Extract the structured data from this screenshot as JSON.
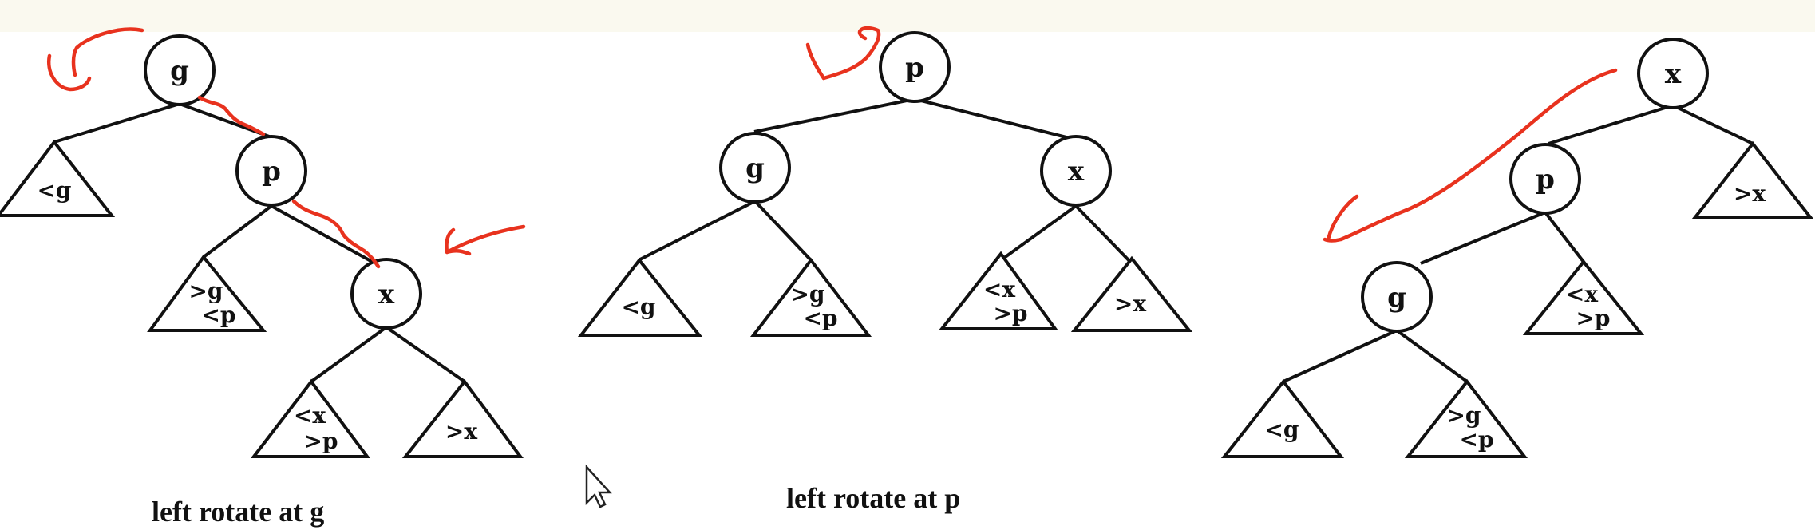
{
  "diagrams": [
    {
      "nodes": [
        {
          "id": "g",
          "label": "g"
        },
        {
          "id": "p",
          "label": "p"
        },
        {
          "id": "x",
          "label": "x"
        }
      ],
      "subtrees": [
        {
          "lines": [
            "<g"
          ]
        },
        {
          "lines": [
            ">g",
            "<p"
          ]
        },
        {
          "lines": [
            "<x",
            ">p"
          ]
        },
        {
          "lines": [
            ">x"
          ]
        }
      ],
      "caption": "left rotate at g"
    },
    {
      "nodes": [
        {
          "id": "p",
          "label": "p"
        },
        {
          "id": "g",
          "label": "g"
        },
        {
          "id": "x",
          "label": "x"
        }
      ],
      "subtrees": [
        {
          "lines": [
            "<g"
          ]
        },
        {
          "lines": [
            ">g",
            "<p"
          ]
        },
        {
          "lines": [
            "<x",
            ">p"
          ]
        },
        {
          "lines": [
            ">x"
          ]
        }
      ],
      "caption": "left rotate at p"
    },
    {
      "nodes": [
        {
          "id": "x",
          "label": "x"
        },
        {
          "id": "p",
          "label": "p"
        },
        {
          "id": "g",
          "label": "g"
        }
      ],
      "subtrees": [
        {
          "lines": [
            ">x"
          ]
        },
        {
          "lines": [
            "<x",
            ">p"
          ]
        },
        {
          "lines": [
            "<g"
          ]
        },
        {
          "lines": [
            ">g",
            "<p"
          ]
        }
      ],
      "caption": ""
    }
  ],
  "colors": {
    "ink": "#e8321e",
    "lines": "#111111",
    "topbar": "#faf9ef"
  }
}
